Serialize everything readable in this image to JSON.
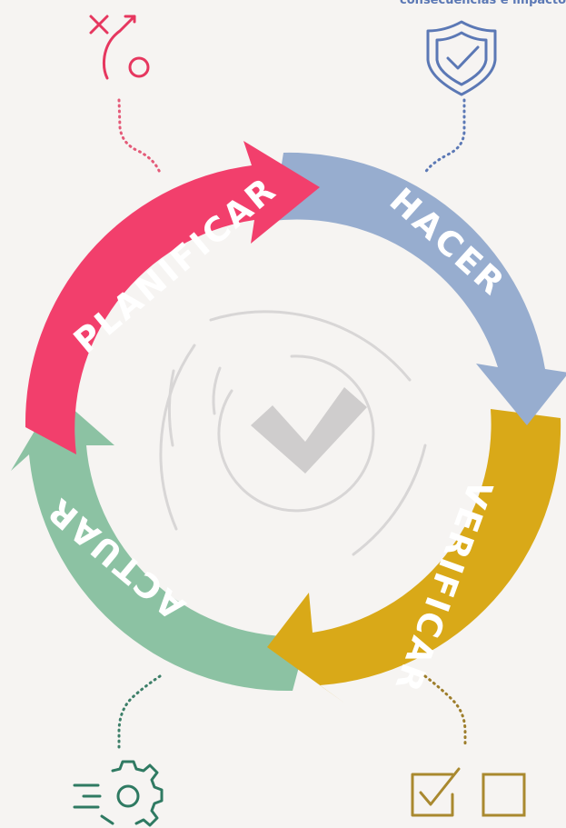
{
  "caption": {
    "text": "consecuencias e impacto",
    "color": "#5b78b5"
  },
  "cycle": {
    "stages": [
      {
        "key": "plan",
        "label": "PLANIFICAR",
        "color": "#f23f6c",
        "icon": "strategy-play-icon"
      },
      {
        "key": "do",
        "label": "HACER",
        "color": "#97adcf",
        "icon": "shield-check-icon"
      },
      {
        "key": "check",
        "label": "VERIFICAR",
        "color": "#d9a918",
        "icon": "checkbox-checked-icon"
      },
      {
        "key": "act",
        "label": "ACTUAR",
        "color": "#8cc2a3",
        "icon": "gear-speed-icon"
      }
    ],
    "center_icon": "checkmark-icon",
    "second_icon": "empty-checkbox-icon"
  }
}
